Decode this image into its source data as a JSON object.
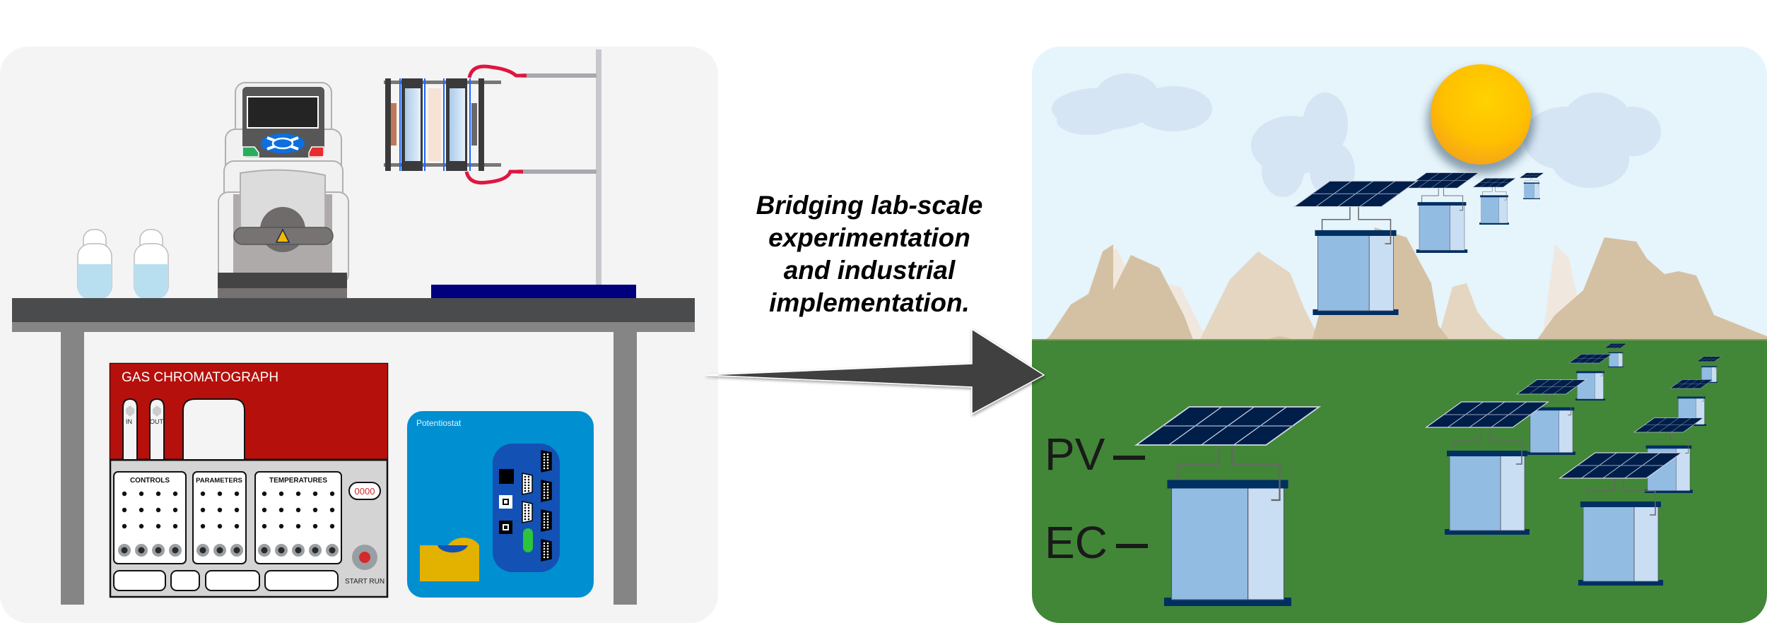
{
  "caption": {
    "lines": [
      "Bridging lab-scale",
      "experimentation",
      "and industrial",
      "implementation."
    ]
  },
  "lab": {
    "gas_chromatograph": {
      "title": "GAS CHROMATOGRAPH",
      "port_in": "IN",
      "port_out": "OUT",
      "sections": [
        "CONTROLS",
        "PARAMETERS",
        "TEMPERATURES"
      ],
      "display_value": "0000",
      "start_label": "START RUN",
      "colors": {
        "body": "#b5100c",
        "panel": "#d4d4d4",
        "start": "#d42a2a"
      }
    },
    "potentiostat": {
      "title": "Potentiostat",
      "colors": {
        "body": "#008fd0",
        "port_panel": "#1351b4",
        "handle": "#e3b100",
        "serial": "#2bc43b"
      }
    },
    "pump": {
      "colors": {
        "keypad": "#0d6fe0",
        "start": "#2aae5e",
        "stop": "#e62e2e",
        "warning": "#f5b800"
      }
    },
    "cell": {
      "colors": {
        "clamp": "#e01540",
        "membrane": "#f7e3d6",
        "electrolyte": "#a9cbe9",
        "anode": "#c0785a"
      }
    }
  },
  "field": {
    "labels": {
      "pv": "PV",
      "ec": "EC"
    },
    "colors": {
      "sky": "#e6f4fb",
      "cloud": "#d5e5f4",
      "sun": "#ffc400",
      "mountain_near": "#d4c1a3",
      "mountain_far": "#e4d6c0",
      "ground": "#428638",
      "panel": "#001e4a",
      "box": "#93bce3",
      "box_light": "#c9def3",
      "box_trim": "#002f62"
    },
    "unit_count": 13
  }
}
